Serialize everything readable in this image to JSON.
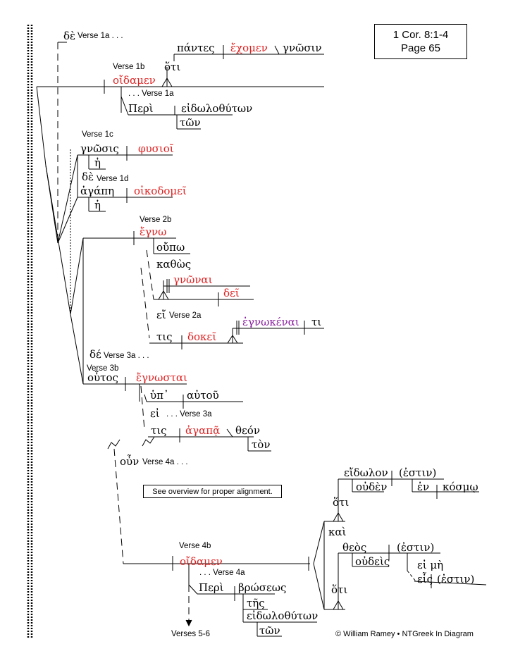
{
  "header": {
    "ref": "1 Cor. 8:1-4",
    "page": "Page 65"
  },
  "note": "See overview for proper alignment.",
  "footer": {
    "verses_label": "Verses 5-6",
    "credit": "© William Ramey • NTGreek In Diagram"
  },
  "labels": {
    "v1a": "Verse 1a . . .",
    "v1b": "Verse 1b",
    "v1a2": ". . . Verse 1a",
    "v1c": "Verse 1c",
    "v1d": "Verse 1d",
    "v2b": "Verse 2b",
    "v2a": "Verse 2a",
    "v3a": "Verse 3a . . .",
    "v3b": "Verse 3b",
    "v3a2": ". . . Verse 3a",
    "v4a": "Verse 4a . . .",
    "v4b": "Verse 4b",
    "v4a2": ". . . Verse 4a"
  },
  "words": {
    "de1": "δὲ",
    "pantes": "πάντες",
    "echomen": "ἔχομεν",
    "gnosin": "γνῶσιν",
    "hoti1": "ὅτι",
    "oidamen1": "οἴδαμεν",
    "peri1": "Περὶ",
    "eidolothyton1": "εἰδωλοθύτων",
    "ton1": "τῶν",
    "gnosis": "γνῶσις",
    "physioi": "φυσιοῖ",
    "he1": "ἡ",
    "de2": "δὲ",
    "agape": "ἀγάπη",
    "oikodomei": "οἰκοδομεῖ",
    "he2": "ἡ",
    "egno": "ἔγνω",
    "oupo": "οὔπω",
    "kathos": "καθὼς",
    "gnonai": "γνῶναι",
    "dei": "δεῖ",
    "ei1": "εἴ",
    "tis1": "τις",
    "dokei": "δοκεῖ",
    "egnokenai": "ἐγνωκέναι",
    "ti": "τι",
    "de3": "δέ",
    "houtos": "οὗτος",
    "egnostai": "ἔγνωσται",
    "hyp": "ὑπ᾽",
    "autou": "αὐτοῦ",
    "ei2": "εἰ",
    "tis2": "τις",
    "agapa": "ἀγαπᾷ",
    "theon": "θεόν",
    "ton2": "τὸν",
    "oun": "οὖν",
    "oidamen2": "οἴδαμεν",
    "peri2": "Περὶ",
    "broseos": "βρώσεως",
    "tes": "τῆς",
    "eidolothyton2": "εἰδωλοθύτων",
    "ton3": "τῶν",
    "eidolon": "εἴδωλον",
    "estin1": "(ἐστιν)",
    "ouden": "οὐδὲν",
    "en": "ἐν",
    "kosmo": "κόσμῳ",
    "hoti2": "ὅτι",
    "kai": "καὶ",
    "theos": "θεὸς",
    "estin2": "(ἐστιν)",
    "oudeis": "οὐδεὶς",
    "ei_me": "εἰ μὴ",
    "heis": "εἷς",
    "estin3": "(ἐστιν)",
    "hoti3": "ὅτι"
  }
}
